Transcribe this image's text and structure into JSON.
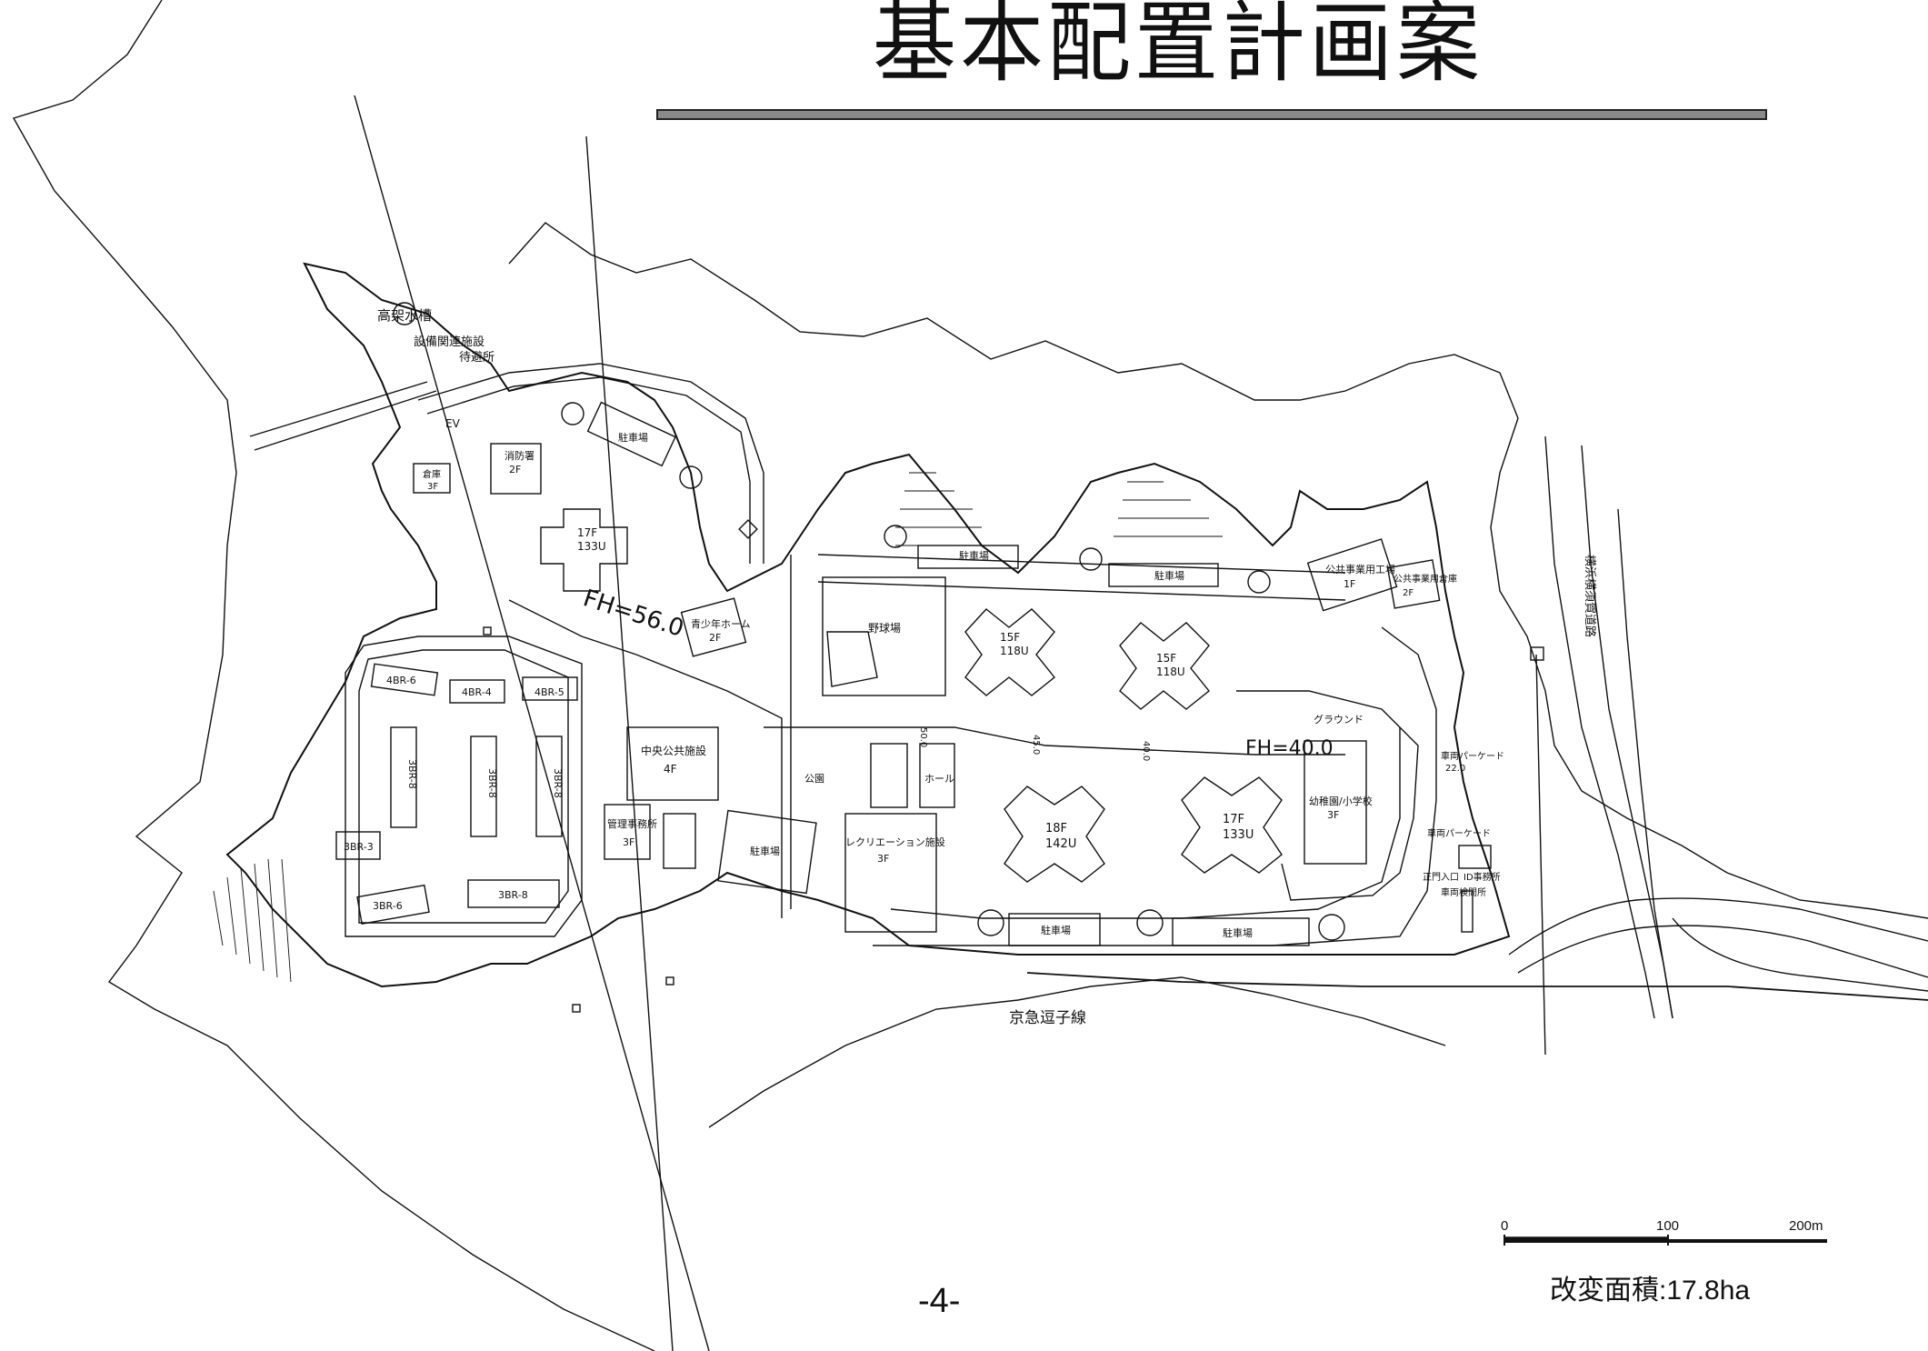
{
  "title": "基本配置計画案",
  "page_number": "-4-",
  "area_label": "改変面積:17.8ha",
  "scale": {
    "zero": "0",
    "mid": "100",
    "end": "200m"
  },
  "railway_label": "京急逗子線",
  "highway_label": "横浜横須賀道路",
  "elevations": {
    "upper": "FH=56.0",
    "lower": "FH=40.0"
  },
  "contours": {
    "c1": "50.0",
    "c2": "45.0",
    "c3": "40.0"
  },
  "labels": {
    "water_tank": "高架水槽",
    "facility": "設備関連施設",
    "shelter": "待避所",
    "warehouse": "倉庫",
    "warehouse_floors": "3F",
    "fire_station": "消防署",
    "fire_station_floors": "2F",
    "tower1_floors": "17F",
    "tower1_units": "133U",
    "parking": "駐車場",
    "youth_center": "青少年ホーム",
    "youth_center_floors": "2F",
    "t4br6": "4BR-6",
    "t4br4": "4BR-4",
    "t4br5": "4BR-5",
    "t3br8": "3BR-8",
    "t3br3": "3BR-3",
    "t3br6": "3BR-6",
    "central_public": "中央公共施設",
    "central_public_floors": "4F",
    "management": "管理事務所",
    "management_floors": "3F",
    "baseball": "野球場",
    "park": "公園",
    "hall": "ホール",
    "recreation": "レクリエーション施設",
    "recreation_floors": "3F",
    "tower15a_floors": "15F",
    "tower15a_units": "118U",
    "tower15b_floors": "15F",
    "tower15b_units": "118U",
    "tower18_floors": "18F",
    "tower18_units": "142U",
    "tower17b_floors": "17F",
    "tower17b_units": "133U",
    "ground": "グラウンド",
    "school": "幼稚園/小学校",
    "school_floors": "3F",
    "public_works": "公共事業用工場",
    "public_works_floors": "1F",
    "public_warehouse": "公共事業用倉庫",
    "public_warehouse_floors": "2F",
    "bus_parking": "車両パーケード",
    "bus_parking_val": "22.0",
    "vehicle": "車両パーケード",
    "entrance": "正門入口",
    "id_office": "ID事務所",
    "vehicle_check": "車両検問所",
    "ev": "EV"
  },
  "colors": {
    "line": "#111111",
    "bar": "#8a8a8a"
  }
}
